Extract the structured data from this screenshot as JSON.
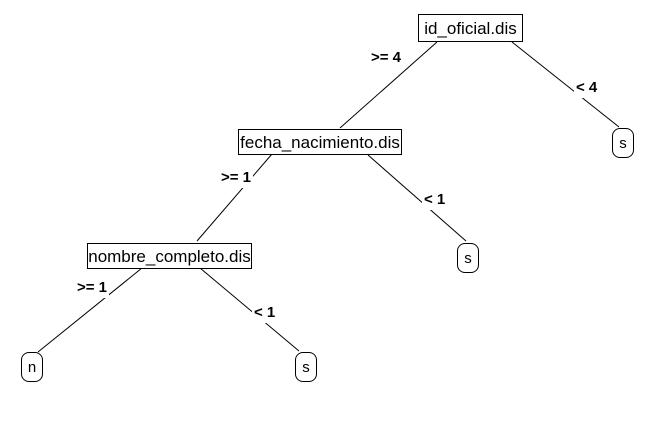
{
  "diagram": {
    "type": "decision-tree",
    "background_color": "#ffffff",
    "line_color": "#000000",
    "text_color": "#000000",
    "nodes": [
      {
        "id": "root",
        "type": "decision",
        "label": "id_oficial.dis"
      },
      {
        "id": "fecha",
        "type": "decision",
        "label": "fecha_nacimiento.dis"
      },
      {
        "id": "nombre",
        "type": "decision",
        "label": "nombre_completo.dis"
      },
      {
        "id": "leaf-s-top",
        "type": "leaf",
        "label": "s"
      },
      {
        "id": "leaf-s-mid",
        "type": "leaf",
        "label": "s"
      },
      {
        "id": "leaf-n",
        "type": "leaf",
        "label": "n"
      },
      {
        "id": "leaf-s-bot",
        "type": "leaf",
        "label": "s"
      }
    ],
    "edges": [
      {
        "from": "root",
        "to": "fecha",
        "label": ">= 4"
      },
      {
        "from": "root",
        "to": "leaf-s-top",
        "label": "< 4"
      },
      {
        "from": "fecha",
        "to": "nombre",
        "label": ">= 1"
      },
      {
        "from": "fecha",
        "to": "leaf-s-mid",
        "label": "< 1"
      },
      {
        "from": "nombre",
        "to": "leaf-n",
        "label": ">= 1"
      },
      {
        "from": "nombre",
        "to": "leaf-s-bot",
        "label": "< 1"
      }
    ]
  }
}
